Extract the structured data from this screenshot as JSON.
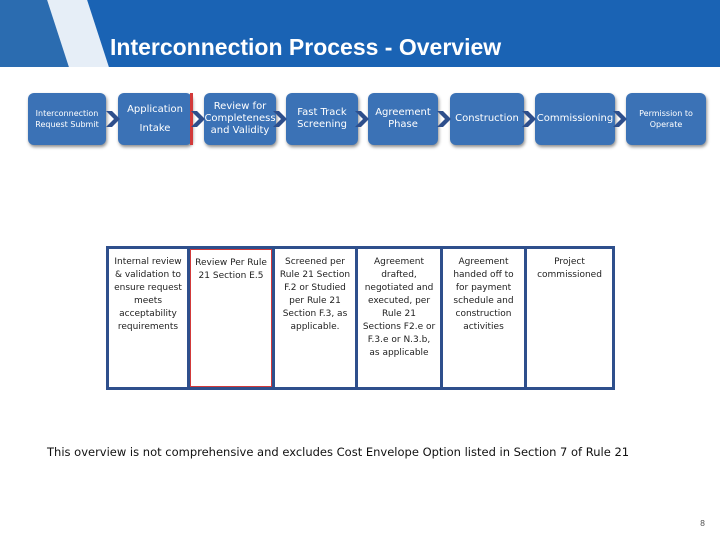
{
  "slide": {
    "title": "Interconnection Process - Overview",
    "note": "This overview is not comprehensive and excludes Cost Envelope Option listed in Section 7 of Rule 21",
    "page_number": "8"
  },
  "process_steps": [
    {
      "id": "request-submit",
      "label": "Interconnection Request Submit"
    },
    {
      "id": "application-intake",
      "label_line1": "Application",
      "label_line2": "Intake"
    },
    {
      "id": "review-completeness",
      "label": "Review for Completeness and Validity"
    },
    {
      "id": "fast-track",
      "label": "Fast Track Screening"
    },
    {
      "id": "agreement-phase",
      "label": "Agreement Phase"
    },
    {
      "id": "construction",
      "label": "Construction"
    },
    {
      "id": "commissioning",
      "label": "Commissioning"
    },
    {
      "id": "permission",
      "label": "Permission to Operate"
    }
  ],
  "details": [
    {
      "id": "intake",
      "text": "Internal review & validation to ensure request meets acceptability requirements"
    },
    {
      "id": "review",
      "text": "Review Per Rule 21 Section E.5"
    },
    {
      "id": "fast-track",
      "text": "Screened per Rule 21 Section F.2 or Studied per Rule 21 Section F.3, as applicable."
    },
    {
      "id": "agreement",
      "text": "Agreement drafted, negotiated and executed, per Rule 21 Sections F2.e or F.3.e or N.3.b, as applicable"
    },
    {
      "id": "construction",
      "text": "Agreement handed off to for payment schedule and construction activities"
    },
    {
      "id": "commissioning",
      "text": "Project commissioned"
    }
  ],
  "colors": {
    "title_bar": "#1a63b4",
    "process_box": "#3b72b6",
    "frame": "#2e4f8c",
    "highlight": "#d23a3a"
  },
  "icons": {
    "step_arrow": "chevron-right-icon"
  }
}
